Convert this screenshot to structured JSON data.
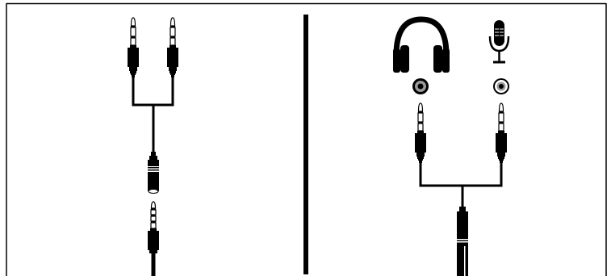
{
  "figure": {
    "left_panel": {
      "parts": [
        "y-splitter-cable",
        "female-jack",
        "male-plug-cable"
      ]
    },
    "right_panel": {
      "icons": [
        "headphones-icon",
        "microphone-icon"
      ],
      "ports": [
        "headphone-port",
        "microphone-port"
      ],
      "parts": [
        "y-splitter-cable"
      ]
    },
    "colors": {
      "ink": "#000000",
      "background": "#ffffff",
      "port_ring": "#9a9a9a"
    }
  }
}
